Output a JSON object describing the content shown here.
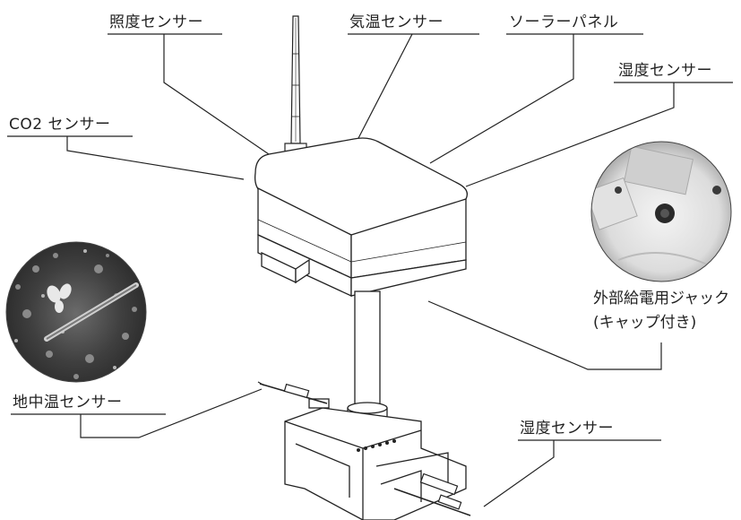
{
  "labels": {
    "illuminance": "照度センサー",
    "air_temp": "気温センサー",
    "solar_panel": "ソーラーパネル",
    "humidity": "湿度センサー",
    "co2": "CO2 センサー",
    "external_power_line1": "外部給電用ジャック",
    "external_power_line2": "(キャップ付き)",
    "soil_temp": "地中温センサー",
    "moisture": "湿度センサー"
  },
  "colors": {
    "line": "#222222",
    "device_fill": "#ffffff",
    "photo_dark": "#3a3a3a"
  }
}
